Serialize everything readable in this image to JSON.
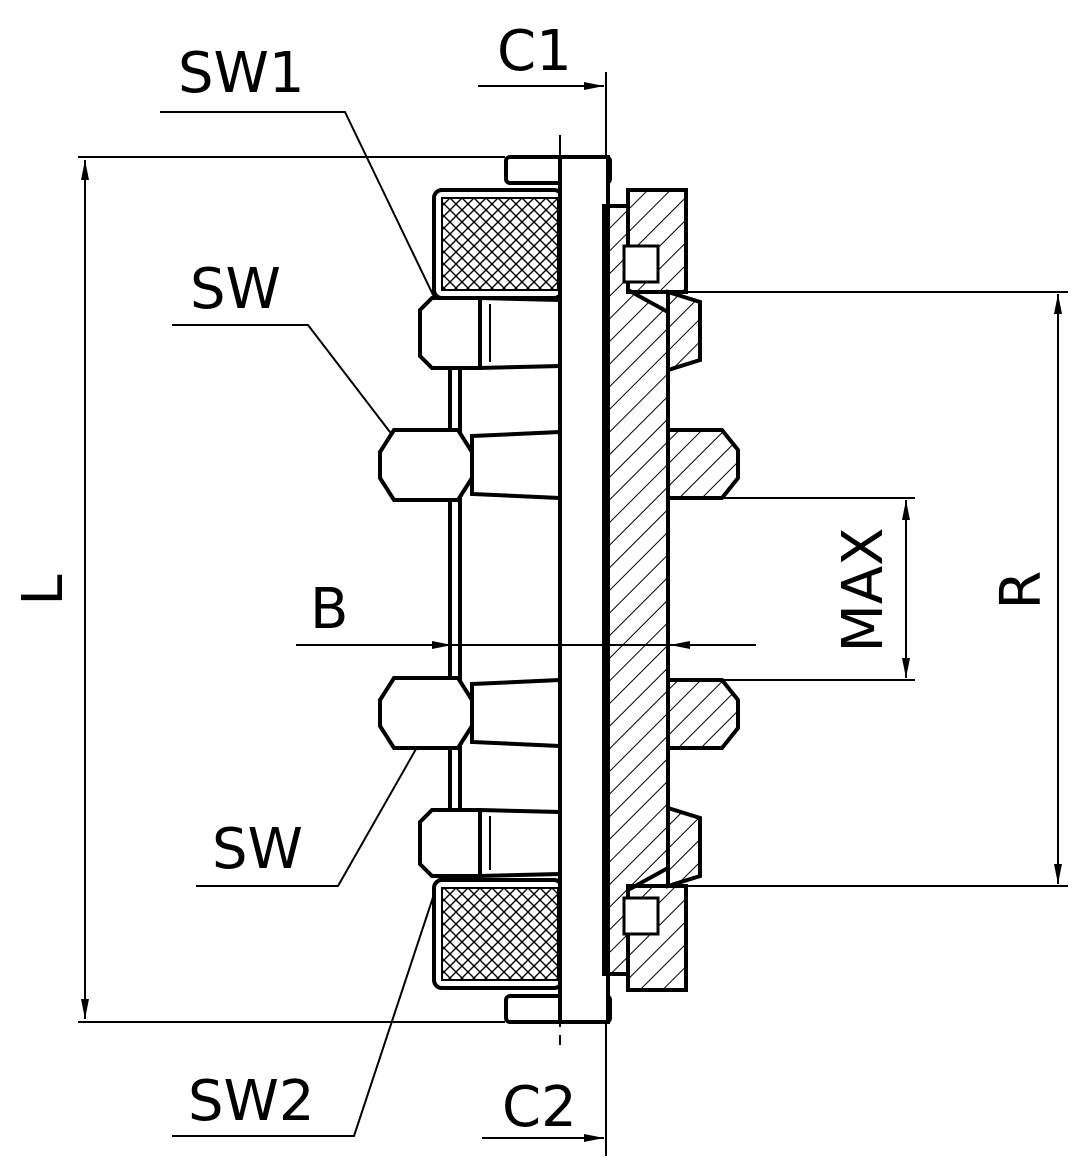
{
  "labels": {
    "sw1": "SW1",
    "sw_top": "SW",
    "sw_bottom": "SW",
    "sw2": "SW2",
    "c1": "C1",
    "c2": "C2",
    "l": "L",
    "b": "B",
    "max": "MAX",
    "r": "R"
  }
}
